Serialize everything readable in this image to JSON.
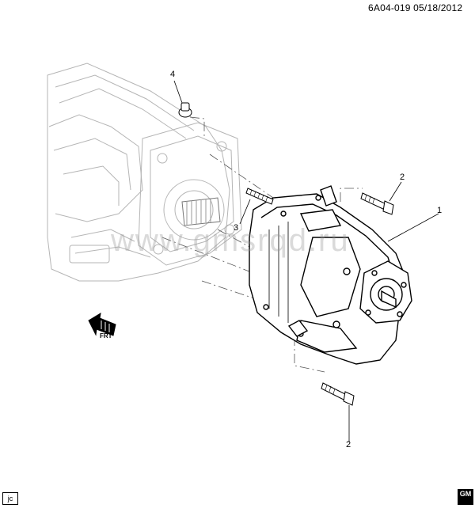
{
  "header": {
    "reference": "6A04-019 05/18/2012"
  },
  "callouts": [
    {
      "id": "1",
      "label": "1"
    },
    {
      "id": "2a",
      "label": "2"
    },
    {
      "id": "2b",
      "label": "2"
    },
    {
      "id": "3",
      "label": "3"
    },
    {
      "id": "4",
      "label": "4"
    }
  ],
  "watermark": "www.gmsrqd.ru",
  "direction_arrow": {
    "label": "FRT"
  },
  "corner_tag": "jc",
  "logo": {
    "text": "GM"
  },
  "colors": {
    "line": "#000000",
    "light_line": "#b5b5b5",
    "background": "#ffffff"
  }
}
